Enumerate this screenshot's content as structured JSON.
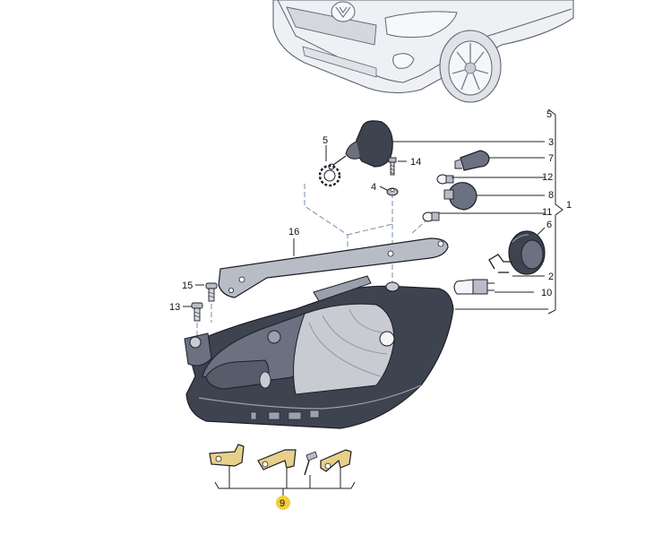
{
  "diagram": {
    "callouts": {
      "c1": "1",
      "c2": "2",
      "c3": "3",
      "c4": "4",
      "c5a": "5",
      "c5b": "5",
      "c6": "6",
      "c7": "7",
      "c8": "8",
      "c9": "9",
      "c10": "10",
      "c11": "11",
      "c12": "12",
      "c13": "13",
      "c14": "14",
      "c15": "15",
      "c16": "16"
    },
    "colors": {
      "housing_dark": "#3e4350",
      "housing_mid": "#6b7180",
      "reflector": "#c9cbd3",
      "bracket": "#e7d089",
      "highlight_badge": "#f2cf3a",
      "metal": "#b8bcc6",
      "leader_dashes": "#7a8ea8"
    }
  }
}
